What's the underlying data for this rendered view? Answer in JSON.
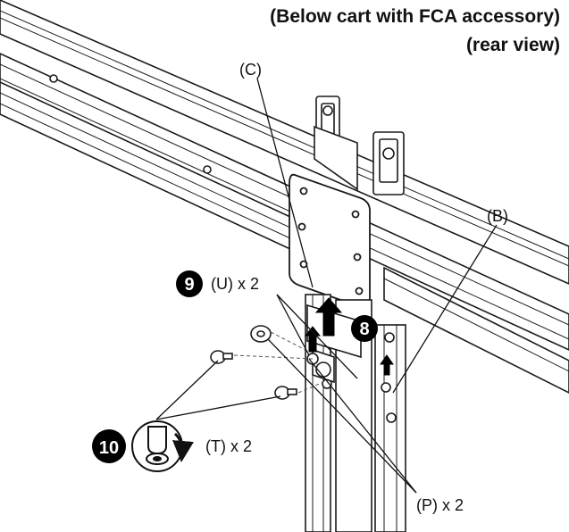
{
  "header": {
    "title": "(Below cart with FCA accessory)",
    "subtitle": "(rear view)"
  },
  "labels": {
    "c": "(C)",
    "b": "(B)",
    "u": "(U) x 2",
    "t": "(T) x 2",
    "p": "(P) x 2"
  },
  "steps": {
    "step8": "8",
    "step9": "9",
    "step10": "10"
  },
  "icons": {
    "tighten": "screwdriver-rotate-icon"
  },
  "colors": {
    "line": "#1a1a1a",
    "fill": "#ffffff",
    "badge": "#000000"
  }
}
